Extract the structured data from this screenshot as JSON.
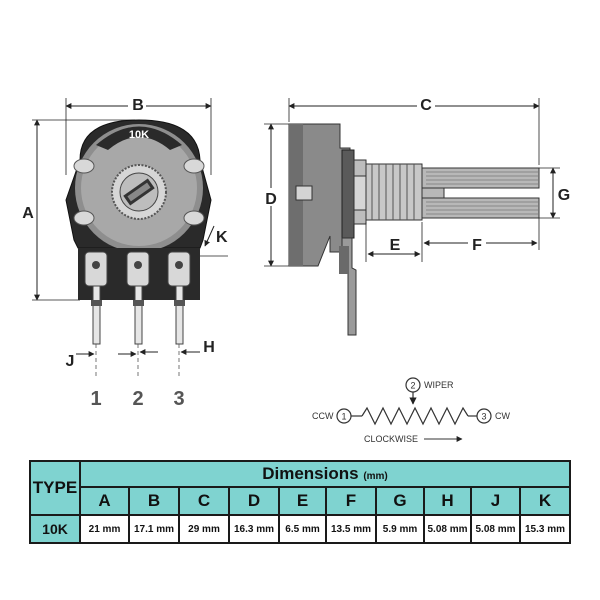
{
  "side_labels": {
    "A": "A",
    "B": "B",
    "C": "C",
    "D": "D",
    "E": "E",
    "F": "F",
    "G": "G",
    "H": "H",
    "J": "J",
    "K": "K"
  },
  "body_label": "10K",
  "pins": [
    "1",
    "2",
    "3"
  ],
  "schematic": {
    "ccw": "CCW",
    "cw": "CW",
    "wiper": "WIPER",
    "clockwise": "CLOCKWISE",
    "pin1": "1",
    "pin2": "2",
    "pin3": "3"
  },
  "table": {
    "type_header": "TYPE",
    "dims_header": "Dimensions",
    "dims_unit": "(mm)",
    "columns": [
      "A",
      "B",
      "C",
      "D",
      "E",
      "F",
      "G",
      "H",
      "J",
      "K"
    ],
    "type_value": "10K",
    "values": [
      "21 mm",
      "17.1 mm",
      "29 mm",
      "16.3 mm",
      "6.5 mm",
      "13.5 mm",
      "5.9 mm",
      "5.08 mm",
      "5.08 mm",
      "15.3 mm"
    ]
  },
  "colors": {
    "table_header": "#7fd3d0",
    "body_dark": "#2a2a2a",
    "body_gray": "#8a8a8a"
  }
}
